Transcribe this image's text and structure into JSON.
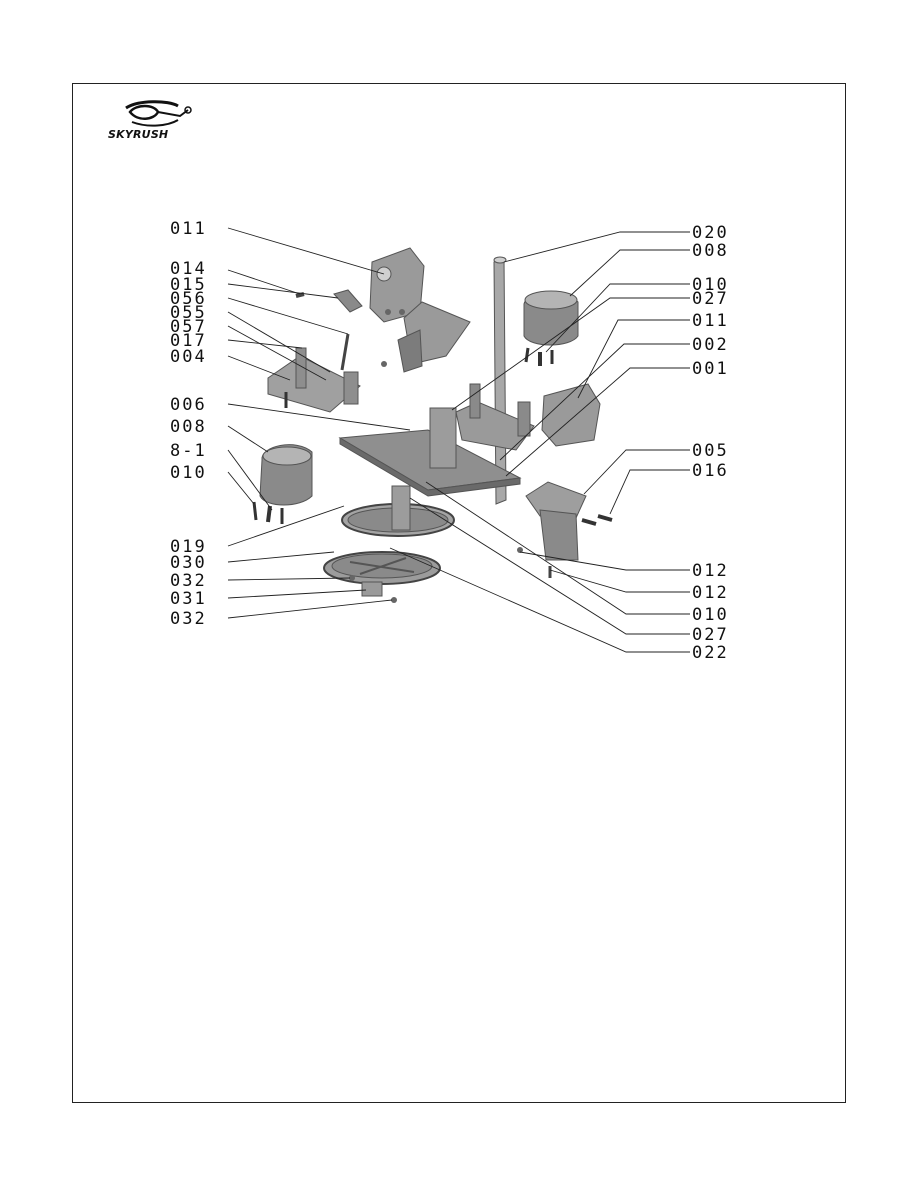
{
  "logo": {
    "brand": "SKYRUSH"
  },
  "left_labels": [
    "011",
    "014",
    "015",
    "056",
    "055",
    "057",
    "017",
    "004",
    "006",
    "008",
    "8-1",
    "010",
    "019",
    "030",
    "032",
    "031",
    "032"
  ],
  "right_labels": [
    "020",
    "008",
    "010",
    "027",
    "011",
    "002",
    "001",
    "005",
    "016",
    "012",
    "012",
    "010",
    "027",
    "022"
  ],
  "colors": {
    "part_fill": "#9a9a9a",
    "part_dark": "#6e6e6e",
    "part_light": "#c8c8c8",
    "line": "#222222"
  }
}
